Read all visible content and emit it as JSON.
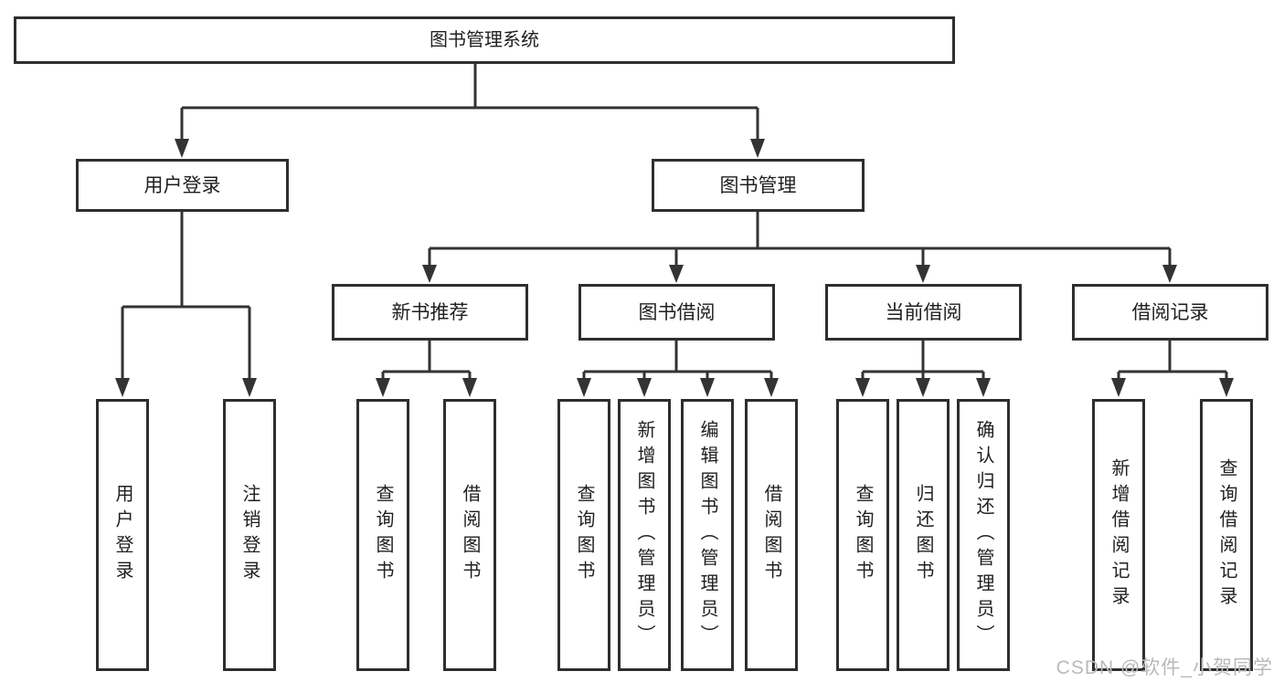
{
  "tree": {
    "root": {
      "label": "图书管理系统"
    },
    "branches": [
      {
        "label": "用户登录",
        "leaves": [
          "用户登录",
          "注销登录"
        ]
      },
      {
        "label": "图书管理",
        "sections": [
          {
            "label": "新书推荐",
            "leaves": [
              "查询图书",
              "借阅图书"
            ]
          },
          {
            "label": "图书借阅",
            "leaves": [
              "查询图书",
              "新增图书（管理员）",
              "编辑图书（管理员）",
              "借阅图书"
            ]
          },
          {
            "label": "当前借阅",
            "leaves": [
              "查询图书",
              "归还图书",
              "确认归还（管理员）"
            ]
          },
          {
            "label": "借阅记录",
            "leaves": [
              "新增借阅记录",
              "查询借阅记录"
            ]
          }
        ]
      }
    ]
  },
  "watermark": {
    "text": "CSDN @软件_小贺同学"
  },
  "colors": {
    "line": "#333333",
    "box_border": "#2e2e2e",
    "text": "#1f1f1f",
    "watermark_text": "#b9b9b9",
    "background": "#ffffff"
  }
}
